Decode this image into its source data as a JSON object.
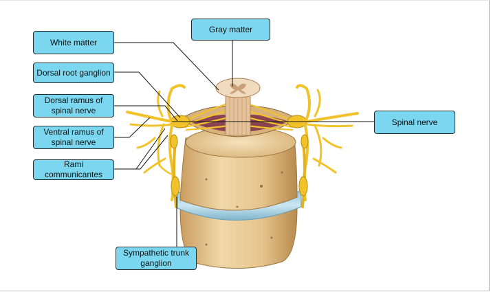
{
  "diagram": {
    "labels": {
      "white_matter": "White matter",
      "gray_matter": "Gray matter",
      "dorsal_root_ganglion": "Dorsal root ganglion",
      "dorsal_ramus": "Dorsal ramus of\nspinal nerve",
      "ventral_ramus": "Ventral ramus of\nspinal nerve",
      "rami_communicantes": "Rami communicantes",
      "spinal_nerve": "Spinal nerve",
      "sympathetic_trunk_ganglion": "Sympathetic trunk\nganglion"
    },
    "colors": {
      "label_fill": "#7ad7ef",
      "label_border": "#2a2a2a",
      "leader_line": "#111111",
      "bone": "#e8c995",
      "bone_shadow": "#c89f63",
      "nerve": "#f2c22a",
      "disc": "#a9d4e4",
      "spinal_cord": "#e8c9a8",
      "meninges": "#7a2e4a"
    }
  }
}
